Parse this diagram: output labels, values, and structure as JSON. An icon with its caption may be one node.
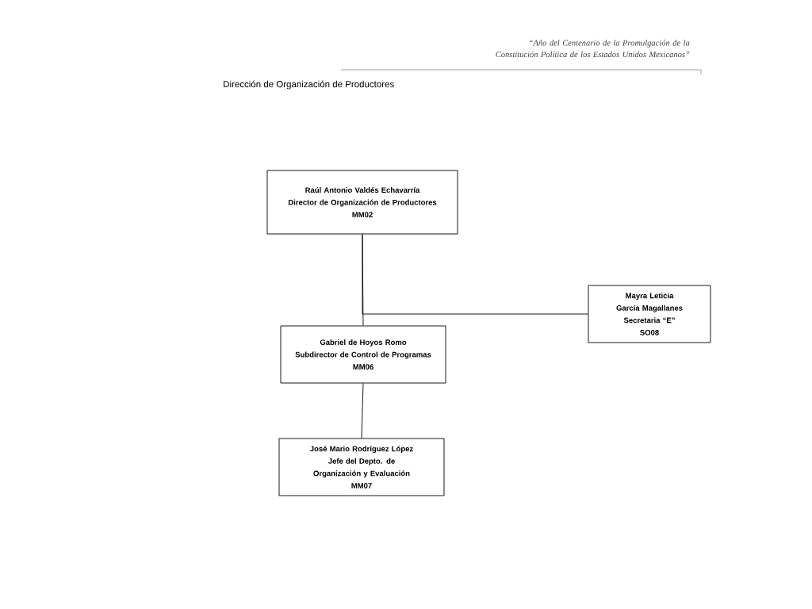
{
  "diagram": {
    "title": "Dirección de Organización de Productores",
    "nodes": [
      {
        "text": [
          "Raúl Antonio Valdés Echavarría",
          "Director de Organización de Productores",
          "MM02"
        ]
      },
      {
        "text": [
          "Gabriel de Hoyos Romo",
          "Subdirector de Control de Programas",
          "MM06"
        ]
      },
      {
        "text": [
          "Mayra Leticia García Magallanes",
          "Secretaria “E”",
          "SO08"
        ]
      },
      {
        "text": [
          "José Mario Rodríguez López",
          "Jefe del Depto. de Organización y Evaluación",
          "MM07"
        ]
      }
    ],
    "edges": [
      {
        "from": 0,
        "to": 1,
        "arrow": "none"
      },
      {
        "from": 0,
        "to": 2,
        "arrow": "none"
      },
      {
        "from": 1,
        "to": 3,
        "arrow": "none"
      }
    ],
    "labels": [
      "“Año del Centenario de la Promulgación de la Constitución Política de los Estados Unidos Mexicanos”"
    ]
  }
}
